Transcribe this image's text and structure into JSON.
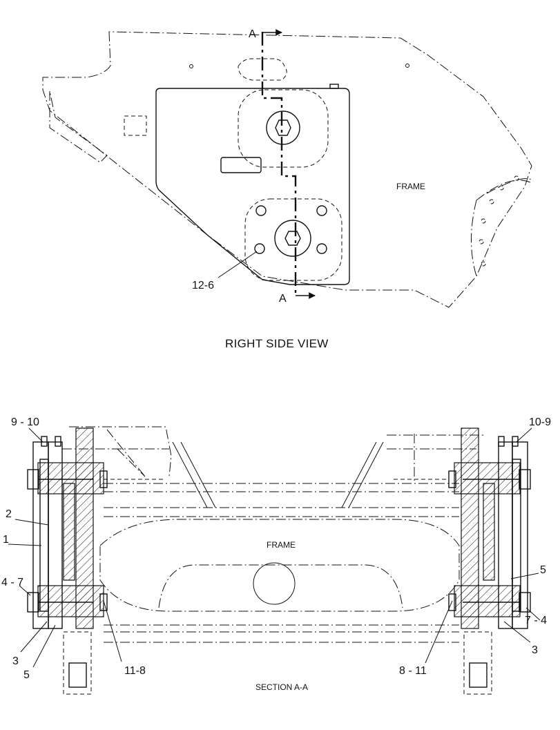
{
  "top_view": {
    "caption": "RIGHT SIDE VIEW",
    "frame_label": "FRAME",
    "section_marker_top": "A",
    "section_marker_bottom": "A",
    "callouts": [
      "12-6"
    ]
  },
  "section_view": {
    "caption": "SECTION A-A",
    "frame_label": "FRAME",
    "callouts_left": [
      "9 - 10",
      "2",
      "1",
      "4 - 7",
      "3",
      "5",
      "11-8"
    ],
    "callouts_right": [
      "10-9",
      "5",
      "7 - 4",
      "3",
      "8 - 11"
    ]
  },
  "colors": {
    "ink": "#111111",
    "paper": "#ffffff"
  }
}
